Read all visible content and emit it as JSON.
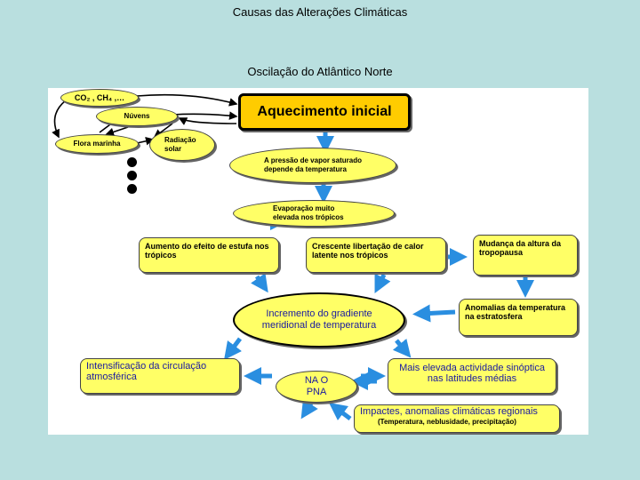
{
  "header": {
    "title": "Causas das Alterações Climáticas",
    "subtitle": "Oscilação do Atlântico Norte"
  },
  "diagram": {
    "co2": "CO₂ , CH₄ ,…",
    "nuvens": "Núvens",
    "flora": "Flora marinha",
    "radiacao": "Radiação solar",
    "aquecimento": "Aquecimento inicial",
    "pressao": "A pressão de vapor saturado    depende da temperatura",
    "evaporacao": "Evaporação muito elevada nos trópicos",
    "estufa": "Aumento do efeito de estufa nos trópicos",
    "calor": "Crescente libertação de calor latente nos trópicos",
    "tropopausa": "Mudança da altura da tropopausa",
    "estratosfera": "Anomalias da temperatura na estratosfera",
    "gradiente_line1": "Incremento do gradiente",
    "gradiente_line2": "meridional   de   temperatura",
    "circulacao": "Intensificação da circulação atmosférica",
    "nao_line1": "NA O",
    "nao_line2": "PNA",
    "sinoptica_line1": "Mais elevada actividade sinóptica",
    "sinoptica_line2": "nas     latitudes médias",
    "impactes_line1": "Impactes, anomalias climáticas regionais",
    "impactes_line2": "(Temperatura, neblusidade, precipitação)"
  }
}
